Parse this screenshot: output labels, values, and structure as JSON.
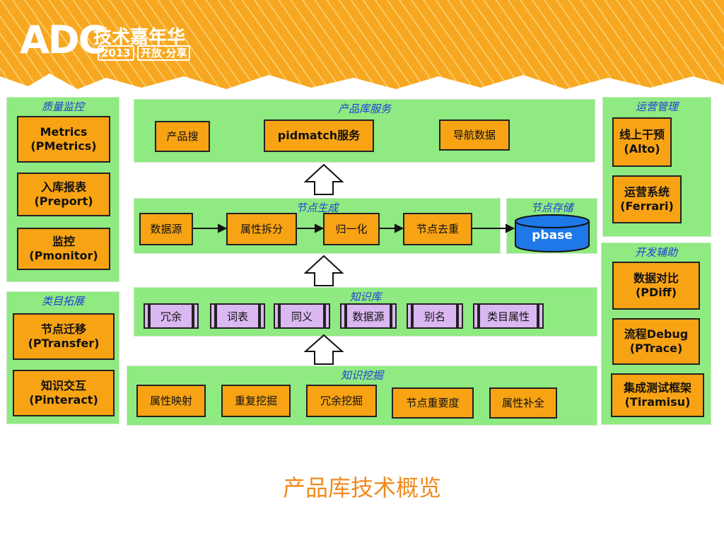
{
  "logo": {
    "brand": "ADC",
    "event": "技术嘉年华",
    "year": "2013",
    "slogan": "开放·分享"
  },
  "panels": {
    "quality": {
      "title": "质量监控",
      "items": [
        "Metrics\n(PMetrics)",
        "入库报表\n(Preport)",
        "监控\n(Pmonitor)"
      ]
    },
    "category": {
      "title": "类目拓展",
      "items": [
        "节点迁移\n(PTransfer)",
        "知识交互\n(Pinteract)"
      ]
    },
    "service": {
      "title": "产品库服务",
      "items": [
        "产品搜",
        "pidmatch服务",
        "导航数据"
      ]
    },
    "nodegen": {
      "title": "节点生成",
      "items": [
        "数据源",
        "属性拆分",
        "归一化",
        "节点去重"
      ]
    },
    "storage": {
      "title": "节点存储",
      "db": "pbase"
    },
    "knowledge": {
      "title": "知识库",
      "items": [
        "冗余",
        "词表",
        "同义",
        "数据源",
        "别名",
        "类目属性"
      ]
    },
    "mining": {
      "title": "知识挖掘",
      "items": [
        "属性映射",
        "重复挖掘",
        "冗余挖掘",
        "节点重要度",
        "属性补全"
      ]
    },
    "ops": {
      "title": "运营管理",
      "items": [
        "线上干预\n(Alto)",
        "运营系统\n(Ferrari)"
      ]
    },
    "devtools": {
      "title": "开发辅助",
      "items": [
        "数据对比\n(PDiff)",
        "流程Debug\n(PTrace)",
        "集成测试框架\n(Tiramisu)"
      ]
    }
  },
  "colors": {
    "panel": "#8fea81",
    "box": "#f7a314",
    "kb_box": "#dcb8f2",
    "db": "#1e78e8",
    "title_text": "#1f3fd6",
    "footer": "#f08a1c"
  },
  "footer": {
    "title": "产品库技术概览"
  }
}
